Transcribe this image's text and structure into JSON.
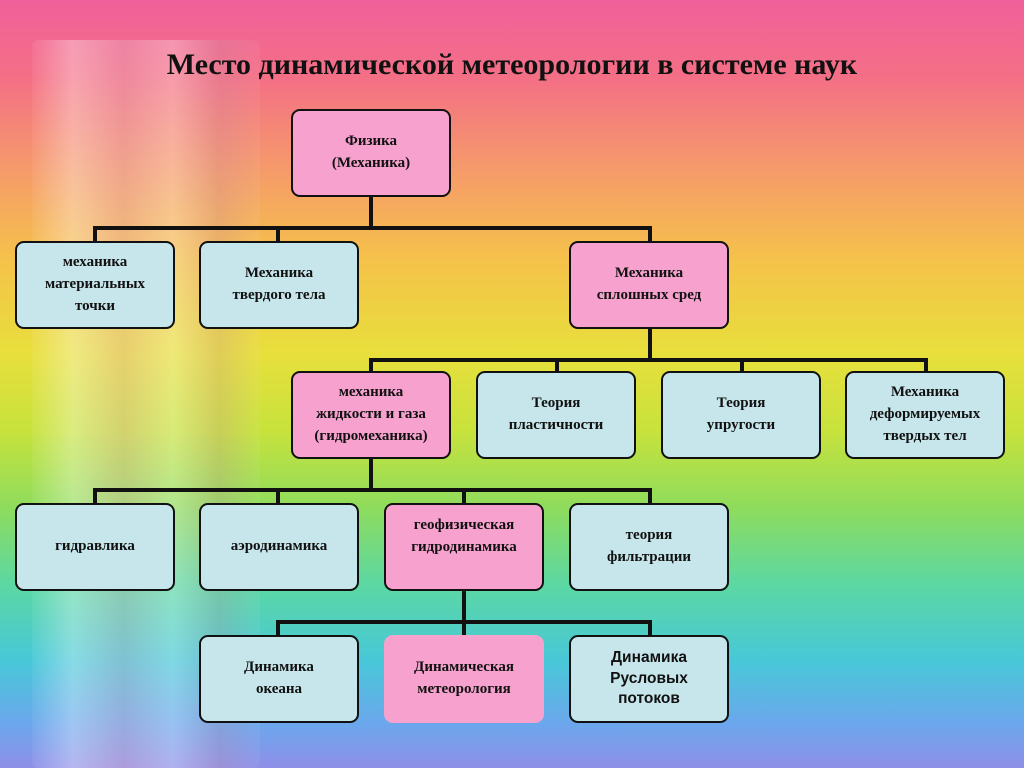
{
  "title": "Место динамической метеорологии в системе наук",
  "nodes": {
    "physics": "Физика\n(Механика)",
    "point_mechanics": "механика\nматериальных\nточки",
    "rigid_body": "Механика\nтвердого тела",
    "continuum": "Механика\nсплошных сред",
    "fluid_gas": "механика\nжидкости и газа\n(гидромеханика)",
    "plasticity": "Теория\nпластичности",
    "elasticity": "Теория\nупругости",
    "deformable": "Механика\nдеформируемых\nтвердых тел",
    "hydraulics": "гидравлика",
    "aerodynamics": "аэродинамика",
    "geophysical": "геофизическая\nгидродинамика",
    "filtration": "теория\nфильтрации",
    "ocean": "Динамика\nокеана",
    "meteorology": "Динамическая\nметеорология",
    "rivers": "Динамика\nРусловых\nпотоков"
  },
  "colors": {
    "blue_box": "#c6e6ec",
    "pink_box": "#f7a2ce",
    "line": "#111111"
  }
}
